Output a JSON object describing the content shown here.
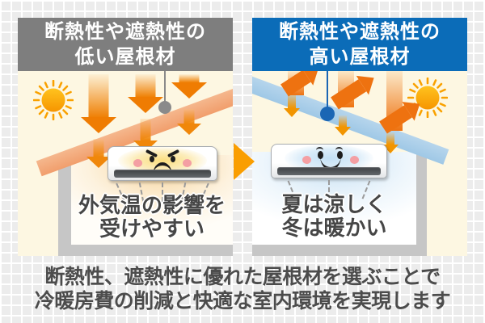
{
  "panels": {
    "left": {
      "title": [
        "断熱性や遮熱性の",
        "低い屋根材"
      ],
      "caption": [
        "外気温の影響を",
        "受けやすい"
      ],
      "mood": "angry",
      "header_color": "#7e7e7e",
      "roof_color": "#f1a06e"
    },
    "right": {
      "title": [
        "断熱性や遮熱性の",
        "高い屋根材"
      ],
      "caption": [
        "夏は涼しく",
        "冬は暖かい"
      ],
      "mood": "happy",
      "header_color": "#0b6cb8",
      "roof_color": "#a9cde9"
    }
  },
  "footer": {
    "lines": [
      "断熱性、遮熱性に優れた屋根材を選ぶことで",
      "冷暖房費の削減と快適な室内環境を実現します"
    ]
  },
  "colors": {
    "panel_background": "#fdf7e2",
    "grid_background": "#ececec",
    "heat_arrow_orange": "#ef7c02",
    "bounce_arrow_orange": "#ee7210",
    "transition_arrow": "#fa9e00",
    "sun_core": "#f9a400",
    "room_wall_gray": "#c6c6c6",
    "pin_left": "#8a8a8a",
    "pin_right": "#1b66b4",
    "footer_text": "#4c4c4c",
    "caption_text": "#464646"
  },
  "icons": {
    "left": [
      "sun-icon",
      "heat-arrow-icon",
      "roof-pin-icon",
      "air-conditioner-icon",
      "angry-face-icon",
      "airflow-dashes-icon"
    ],
    "right": [
      "sun-icon",
      "reflect-arrow-icon",
      "roof-pin-icon",
      "air-conditioner-icon",
      "happy-face-icon",
      "airflow-dashes-icon"
    ]
  }
}
